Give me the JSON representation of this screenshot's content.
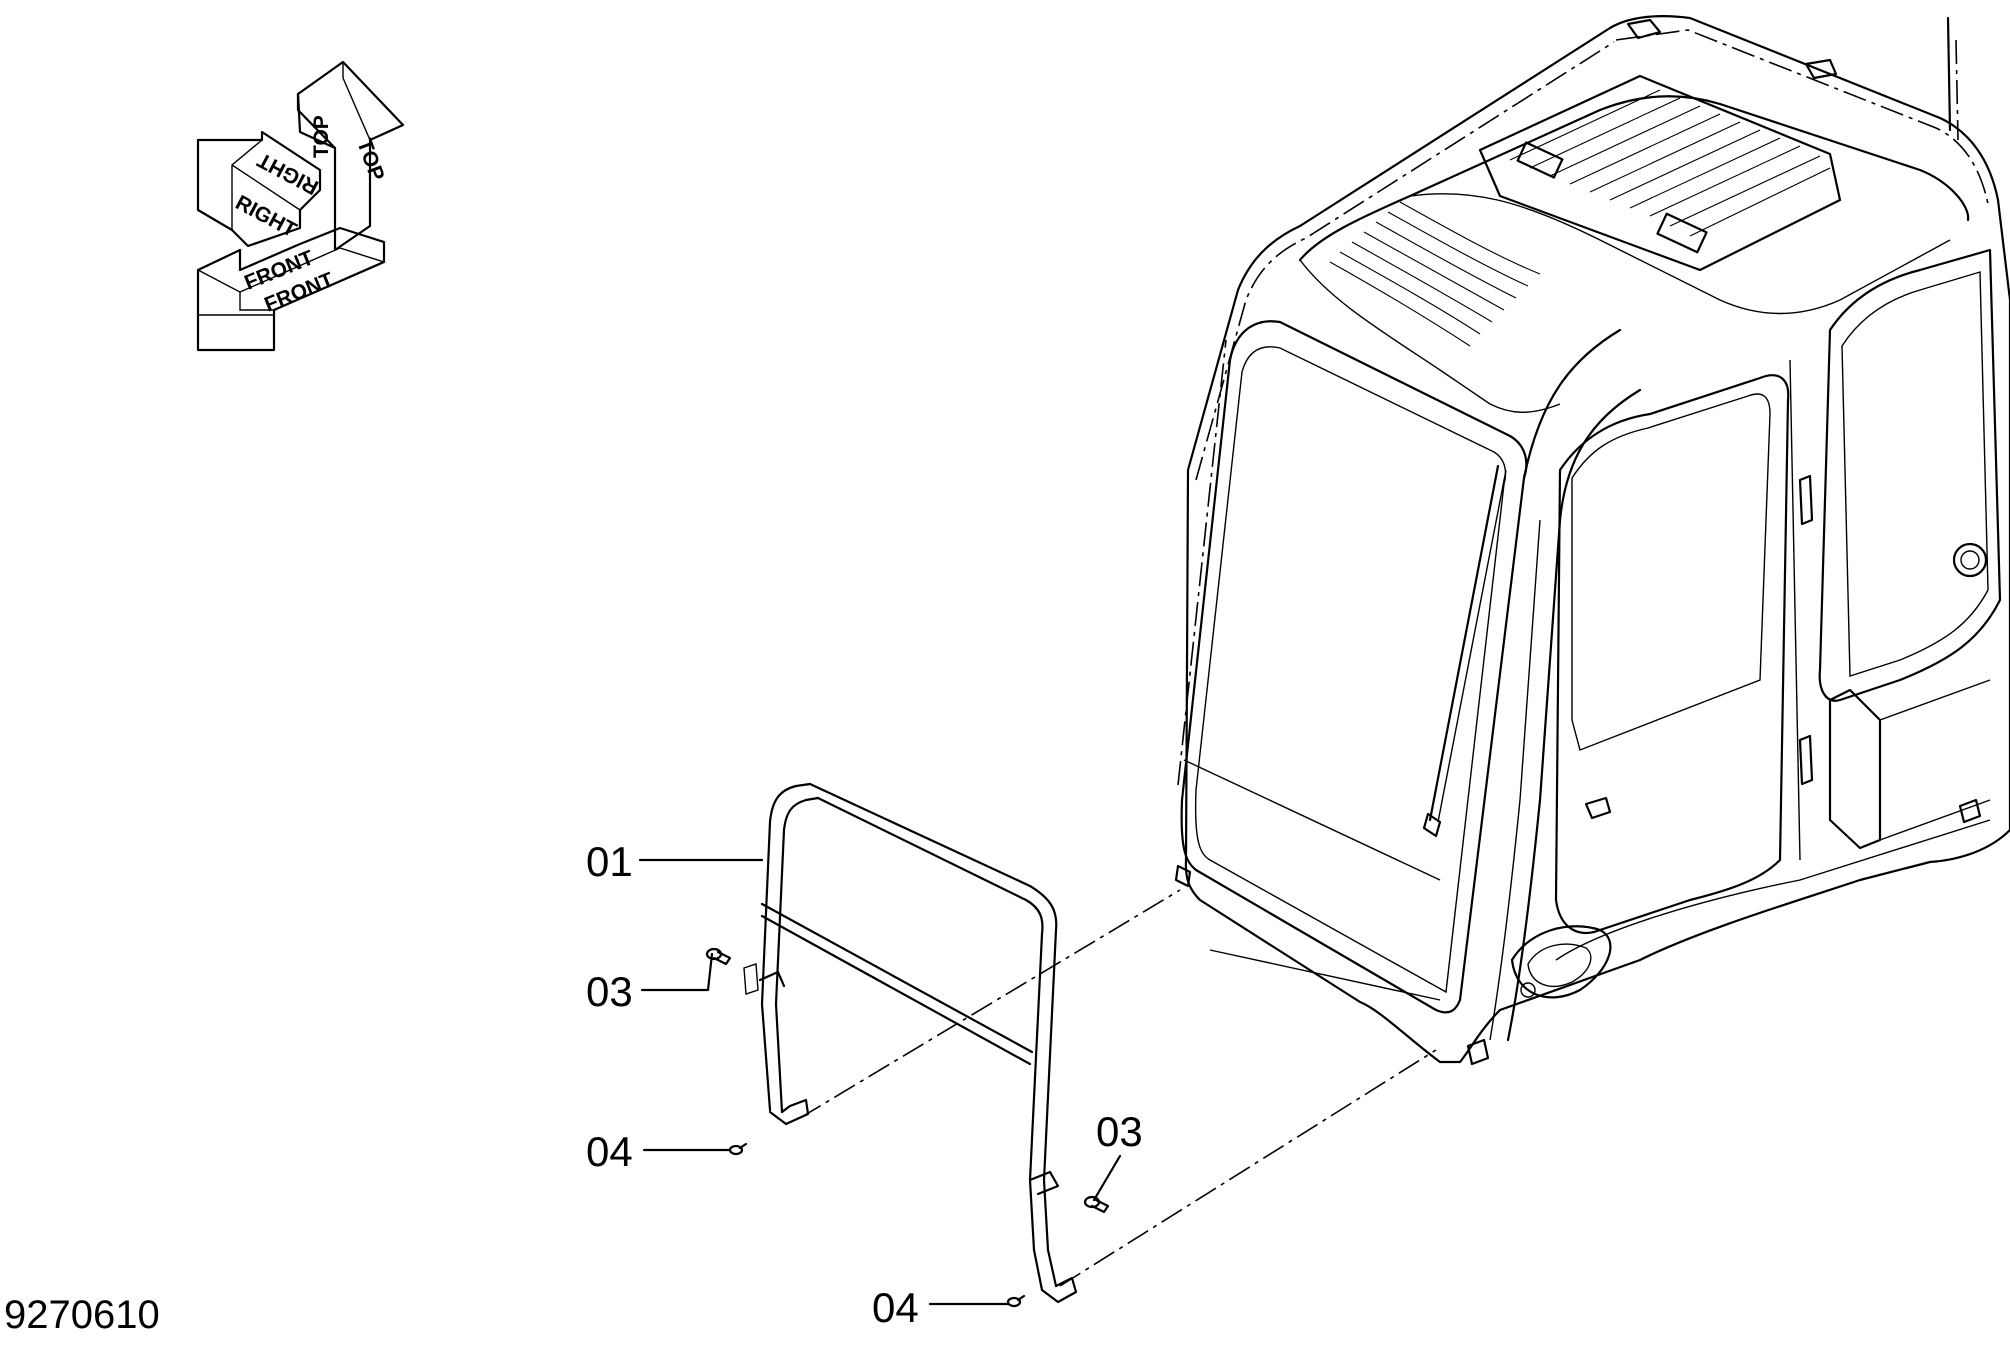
{
  "orientation_key": {
    "top_label": "TOP",
    "right_label": "RIGHT",
    "front_label": "FRONT"
  },
  "callouts": [
    {
      "id": "01",
      "text": "01"
    },
    {
      "id": "03a",
      "text": "03"
    },
    {
      "id": "03b",
      "text": "03"
    },
    {
      "id": "04a",
      "text": "04"
    },
    {
      "id": "04b",
      "text": "04"
    }
  ],
  "drawing_number": "9270610"
}
